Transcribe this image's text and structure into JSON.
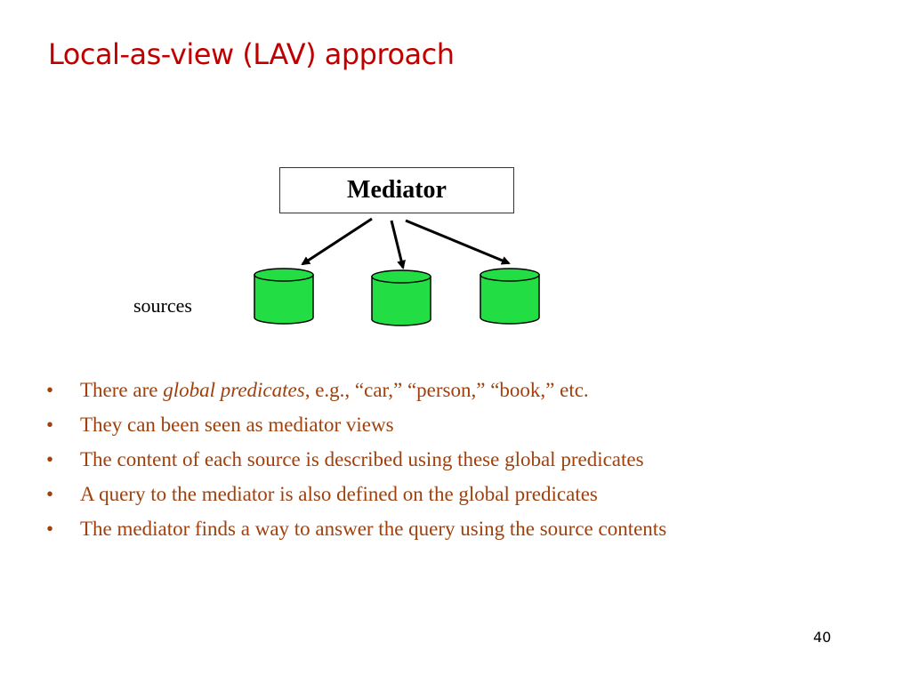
{
  "slide": {
    "title": "Local-as-view (LAV) approach",
    "page_number": "40"
  },
  "diagram": {
    "mediator_label": "Mediator",
    "sources_label": "sources",
    "source_color": "#22dd44",
    "source_count": 3
  },
  "bullets": [
    {
      "prefix": "There are ",
      "emphasis": "global predicates",
      "suffix": ", e.g., “car,” “person,” “book,” etc."
    },
    {
      "text": "They can been seen as mediator views"
    },
    {
      "text": "The content of each source is described using these global predicates"
    },
    {
      "text": "A query to the mediator is also defined on the global predicates"
    },
    {
      "text": "The mediator finds a way to answer the query using the source contents"
    }
  ],
  "colors": {
    "title": "#c00000",
    "bullet_text": "#a0410d"
  }
}
